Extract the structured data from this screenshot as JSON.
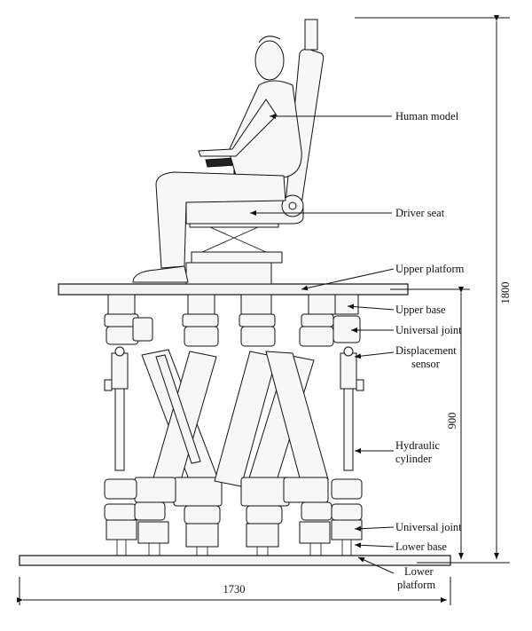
{
  "labels": {
    "human_model": "Human model",
    "driver_seat": "Driver seat",
    "upper_platform": "Upper platform",
    "upper_base": "Upper base",
    "universal_joint_upper": "Universal joint",
    "displacement_sensor_l1": "Displacement",
    "displacement_sensor_l2": "sensor",
    "hydraulic_cylinder_l1": "Hydraulic",
    "hydraulic_cylinder_l2": "cylinder",
    "universal_joint_lower": "Universal joint",
    "lower_base": "Lower base",
    "lower_platform_l1": "Lower",
    "lower_platform_l2": "platform"
  },
  "dimensions": {
    "overall_height": "1800",
    "base_height": "900",
    "width": "1730"
  },
  "colors": {
    "line": "#111111",
    "part_fill": "#f7f7f7",
    "plate_fill": "#f4f4f4"
  }
}
